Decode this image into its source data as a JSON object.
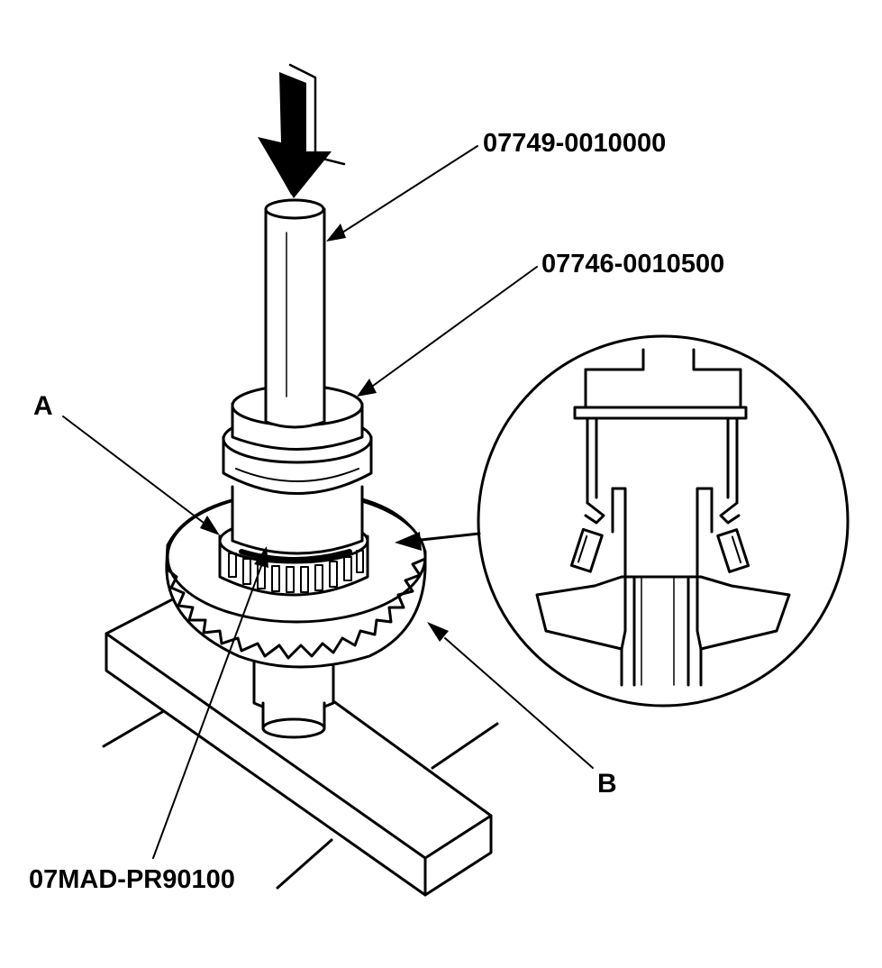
{
  "callouts": {
    "driver_handle": "07749-0010000",
    "attachment": "07746-0010500",
    "bearing_a": "A",
    "gear_b": "B",
    "press_tool": "07MAD-PR90100"
  },
  "colors": {
    "ink": "#000000",
    "paper": "#ffffff"
  },
  "icons": {
    "press_direction": "down-arrow-icon"
  }
}
